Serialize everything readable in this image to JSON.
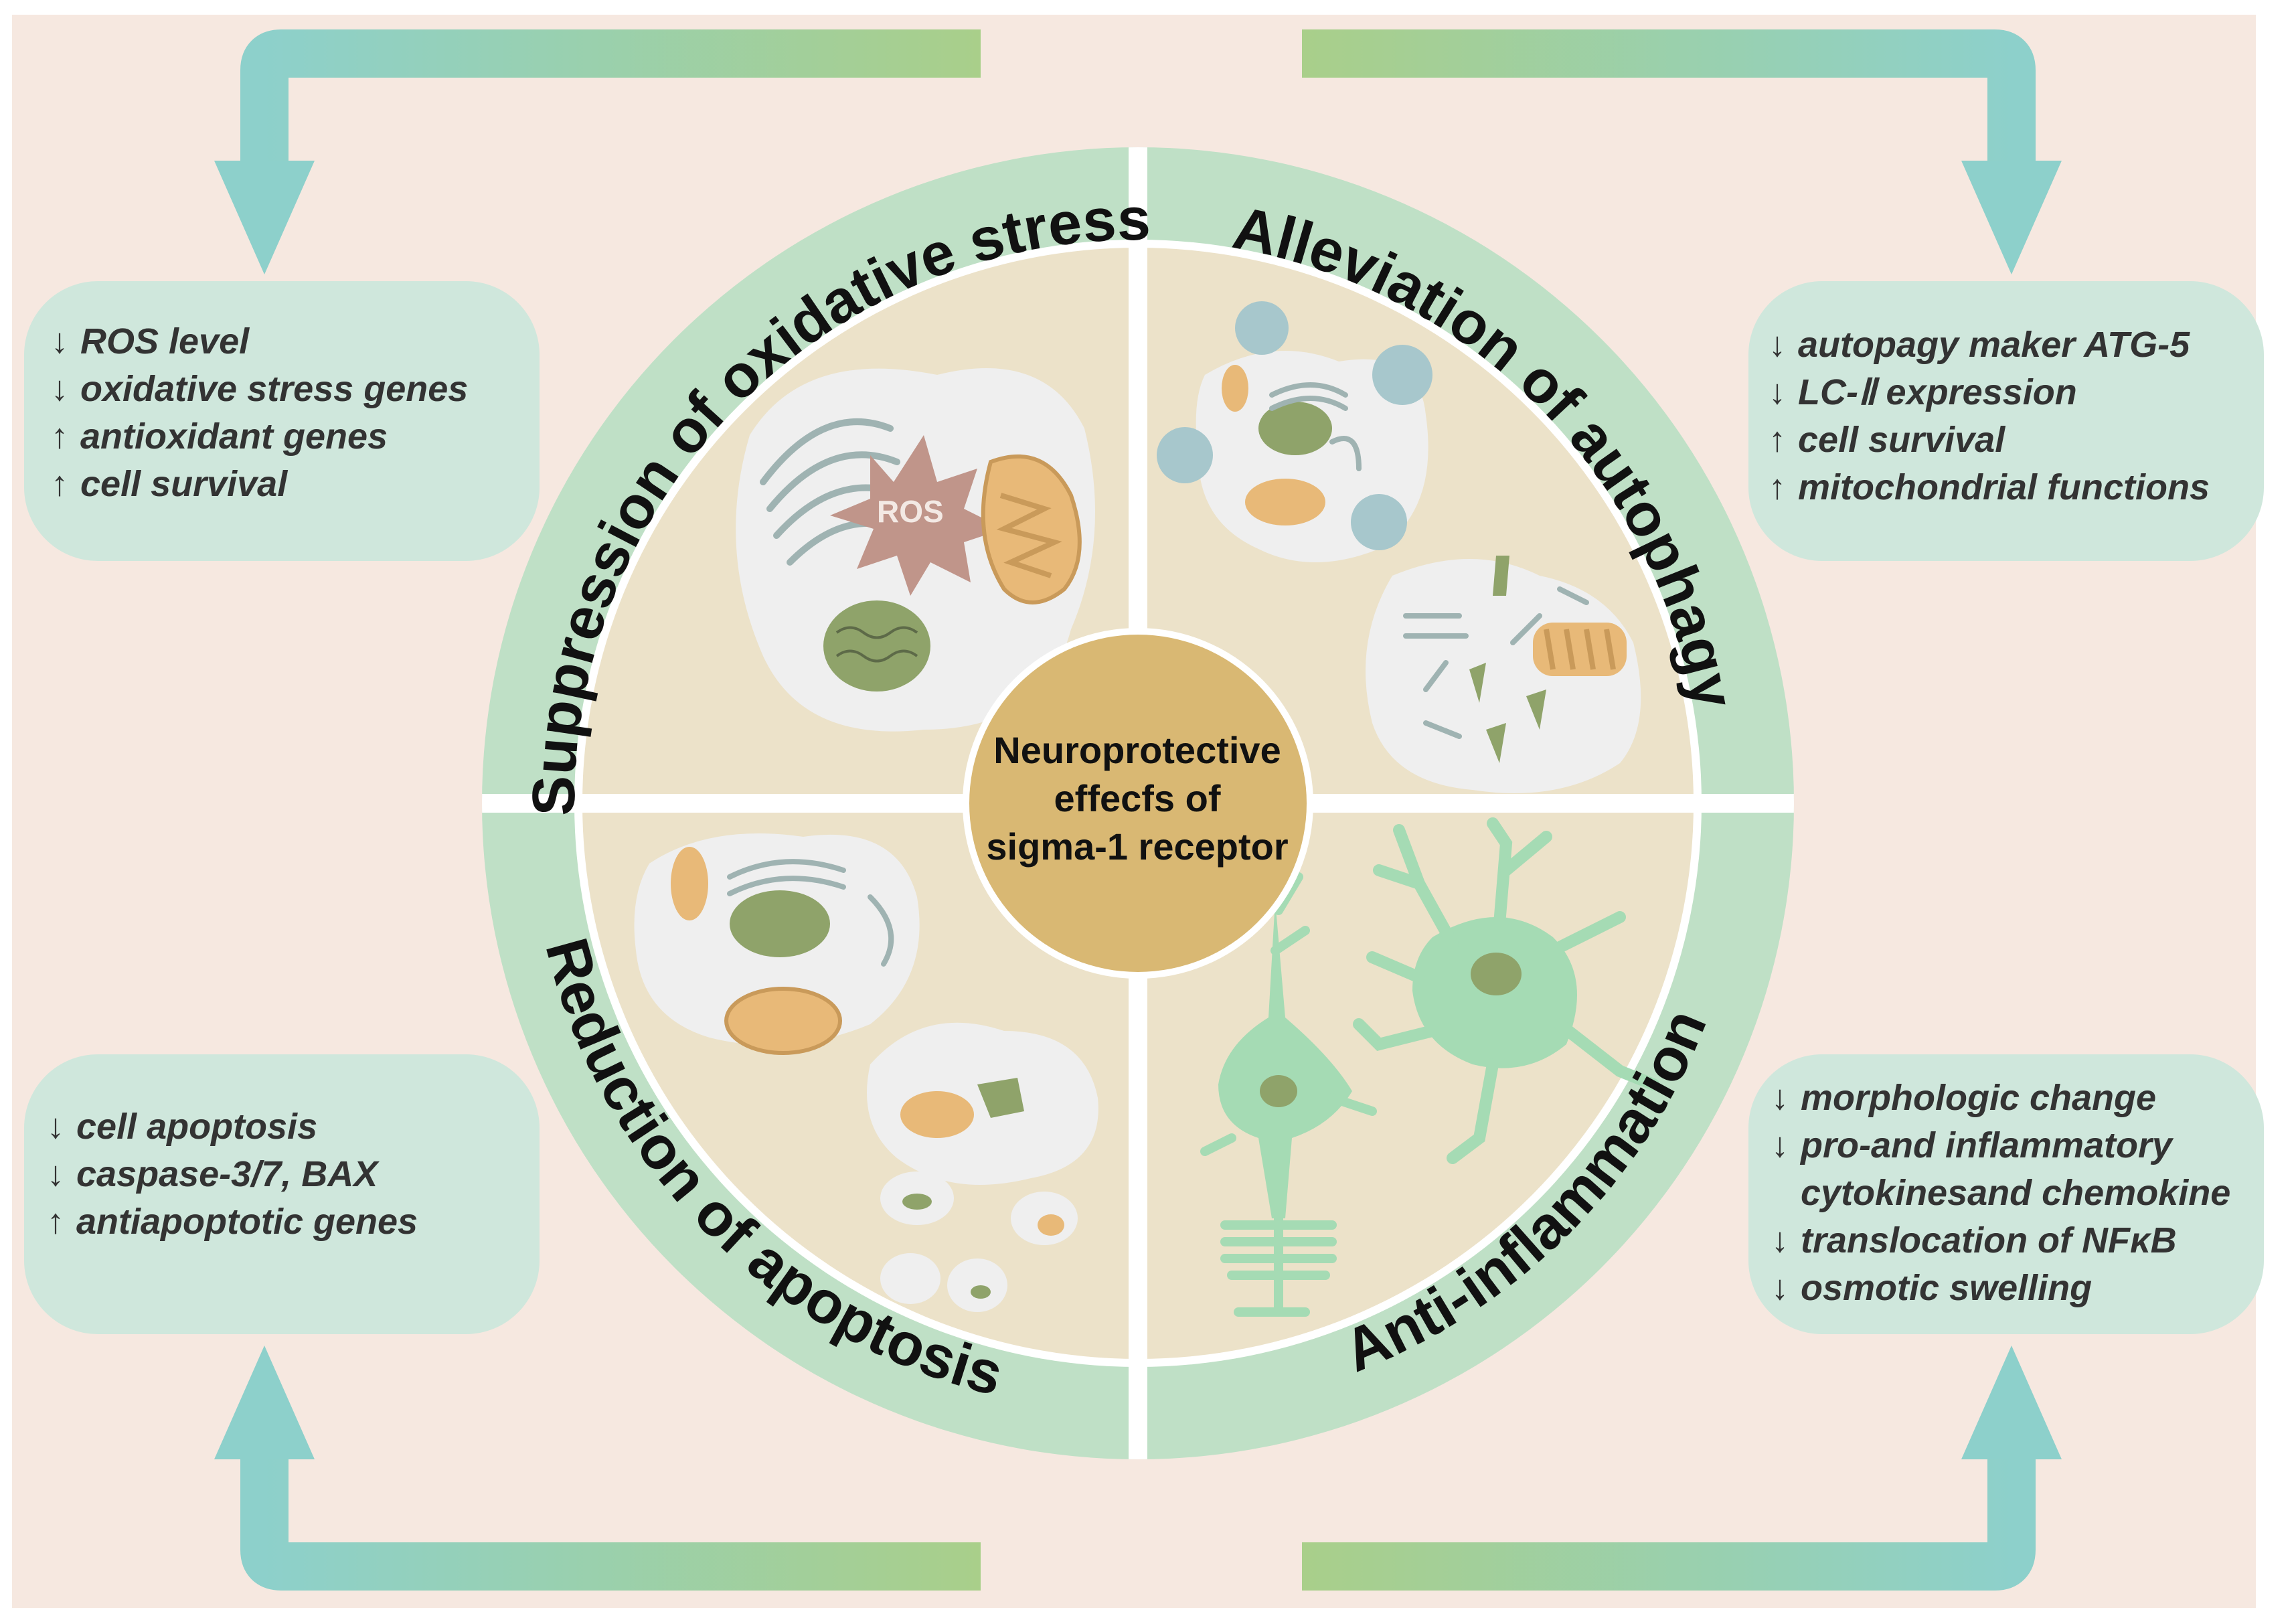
{
  "center": {
    "lines": [
      "Neuroprotective",
      "effecfs of",
      "sigma-1 receptor"
    ]
  },
  "quadrants": {
    "top_left": {
      "title": "Suppression of oxidative stress",
      "ros_label": "ROS"
    },
    "top_right": {
      "title": "Alleviation of autophagy"
    },
    "bottom_left": {
      "title": "Reduction of apoptosis"
    },
    "bottom_right": {
      "title": "Anti-inflammation"
    }
  },
  "boxes": {
    "top_left": {
      "items": [
        {
          "arrow": "down",
          "text": "ROS level"
        },
        {
          "arrow": "down",
          "text": "oxidative stress genes"
        },
        {
          "arrow": "up",
          "text": "antioxidant genes"
        },
        {
          "arrow": "up",
          "text": "cell survival"
        }
      ]
    },
    "top_right": {
      "items": [
        {
          "arrow": "down",
          "text": "autopagy maker ATG-5"
        },
        {
          "arrow": "down",
          "text": "LC-Ⅱ expression"
        },
        {
          "arrow": "up",
          "text": "cell survival"
        },
        {
          "arrow": "up",
          "text": "mitochondrial functions"
        }
      ]
    },
    "bottom_left": {
      "items": [
        {
          "arrow": "down",
          "text": "cell apoptosis"
        },
        {
          "arrow": "down",
          "text": "caspase-3/7, BAX"
        },
        {
          "arrow": "up",
          "text": "antiapoptotic genes"
        }
      ]
    },
    "bottom_right": {
      "items": [
        {
          "arrow": "down",
          "text": "morphologic change"
        },
        {
          "arrow": "down",
          "text": "pro-and inflammatory"
        },
        {
          "arrow": "none",
          "text": "cytokinesand chemokine"
        },
        {
          "arrow": "down",
          "text": "translocation of NFκB"
        },
        {
          "arrow": "down",
          "text": "osmotic  swelling"
        }
      ]
    }
  },
  "colors": {
    "background": "#f6e8e0",
    "ring": "#bfe0c6",
    "inner_fill": "#ece2c9",
    "center_fill": "#d9b873",
    "box_fill": "#cfe7dc",
    "arrow_teal": "#8dd0cb",
    "arrow_green": "#a9cf8a"
  }
}
